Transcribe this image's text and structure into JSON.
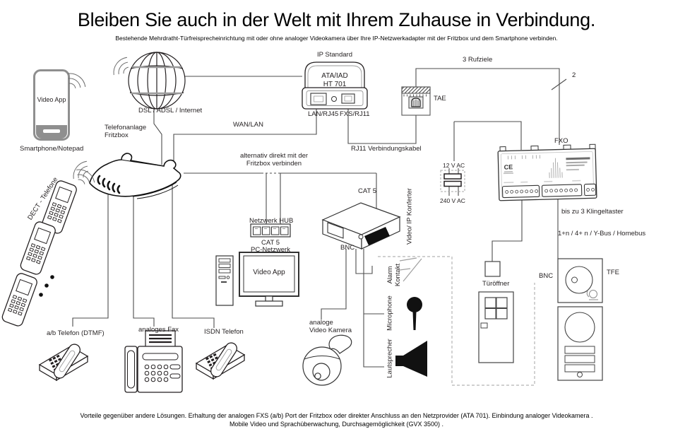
{
  "title": "Bleiben Sie auch in der Welt mit Ihrem Zuhause in Verbindung.",
  "subtitle": "Bestehende Mehrdratht-Türfreisprecheinrichtung mit oder ohne analoger Videokamera über Ihre IP-Netzwerkadapter mit der Fritzbox und dem Smartphone verbinden.",
  "footer": {
    "line1": "Vorteile gegenüber andere Lösungen. Erhaltung der analogen FXS (a/b) Port der Fritzbox oder direkter Anschluss an den Netzprovider (ATA 701).  Einbindung analoger Videokamera .",
    "line2": "Mobile Video und Sprachüberwachung, Durchsagemöglichkeit (GVX 3500) ."
  },
  "colors": {
    "line": "#4d4d4d",
    "device_stroke": "#231f20",
    "dashed": "#b3b3b3",
    "phone_frame": "#8f8f8f"
  },
  "devices": {
    "smartphone": {
      "screen_label": "Video App",
      "label": "Smartphone/Notepad"
    },
    "internet": {
      "label": "DSL / ADSL / Internet"
    },
    "fritzbox": {
      "label_line1": "Telefonanlage",
      "label_line2": "Fritzbox"
    },
    "dect": {
      "label": "DECT - Telefone"
    },
    "ata": {
      "top_label": "IP Standard",
      "name_line1": "ATA/IAD",
      "name_line2": "HT 701",
      "port_left": "LAN/RJ45",
      "port_right": "FXS/RJ11"
    },
    "tae": {
      "label": "TAE"
    },
    "transformer": {
      "top": "12 V AC",
      "bottom": "240 V AC"
    },
    "fxo": {
      "label": "FXO",
      "ce_mark": "CE"
    },
    "hub": {
      "label": "Netzwerk HUB",
      "sub_line1": "CAT 5",
      "sub_line2": "PC-Netzwerk"
    },
    "converter": {
      "top_label": "CAT 5",
      "bottom_label": "BNC",
      "side_label": "Video/ IP  Konferter"
    },
    "pc": {
      "screen_label": "Video App"
    },
    "camera": {
      "label_line1": "analoge",
      "label_line2": "Video Kamera"
    },
    "alarm": {
      "label_line1": "Alarm",
      "label_line2": "Kontakt"
    },
    "microphone": {
      "label": "Microphone"
    },
    "speaker": {
      "label": "Lautsprecher"
    },
    "analog_phone": {
      "label": "a/b Telefon (DTMF)"
    },
    "fax": {
      "label": "analoges Fax"
    },
    "isdn_phone": {
      "label": "ISDN Telefon"
    },
    "door_opener": {
      "label": "Türöffner"
    },
    "tfe": {
      "label": "TFE",
      "bnc_label": "BNC"
    }
  },
  "connections": {
    "wan_lan": "WAN/LAN",
    "alt_line1": "alternativ direkt mit der",
    "alt_line2": "Fritzbox verbinden",
    "rj11": "RJ11 Verbindungskabel",
    "rufziele": "3 Rufziele",
    "wire_count": "2",
    "klingeltaster": "bis zu 3 Klingeltaster",
    "bus": "1+n / 4+ n / Y-Bus / Homebus"
  }
}
